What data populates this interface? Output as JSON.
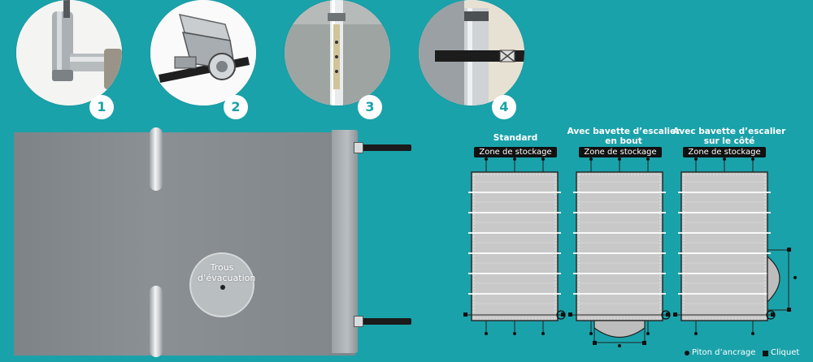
{
  "details": [
    {
      "number": "1",
      "icon": "tube-end-icon"
    },
    {
      "number": "2",
      "icon": "ratchet-icon"
    },
    {
      "number": "3",
      "icon": "tube-pole-icon"
    },
    {
      "number": "4",
      "icon": "strap-tube-icon"
    }
  ],
  "cover": {
    "drain_label": "Trous d’évacuation"
  },
  "diagrams": [
    {
      "title": "Standard",
      "zone_label": "Zone de stockage"
    },
    {
      "title": "Avec bavette d’escalier en bout",
      "zone_label": "Zone de stockage"
    },
    {
      "title": "Avec bavette d’escalier sur le côté",
      "zone_label": "Zone de stockage"
    }
  ],
  "legend": {
    "anchor_label": "Piton d’ancrage",
    "ratchet_label": "Cliquet"
  },
  "colors": {
    "background": "#1aa2aa",
    "cover_grey": "#80868a",
    "diagram_fill": "#c8c8c8"
  }
}
